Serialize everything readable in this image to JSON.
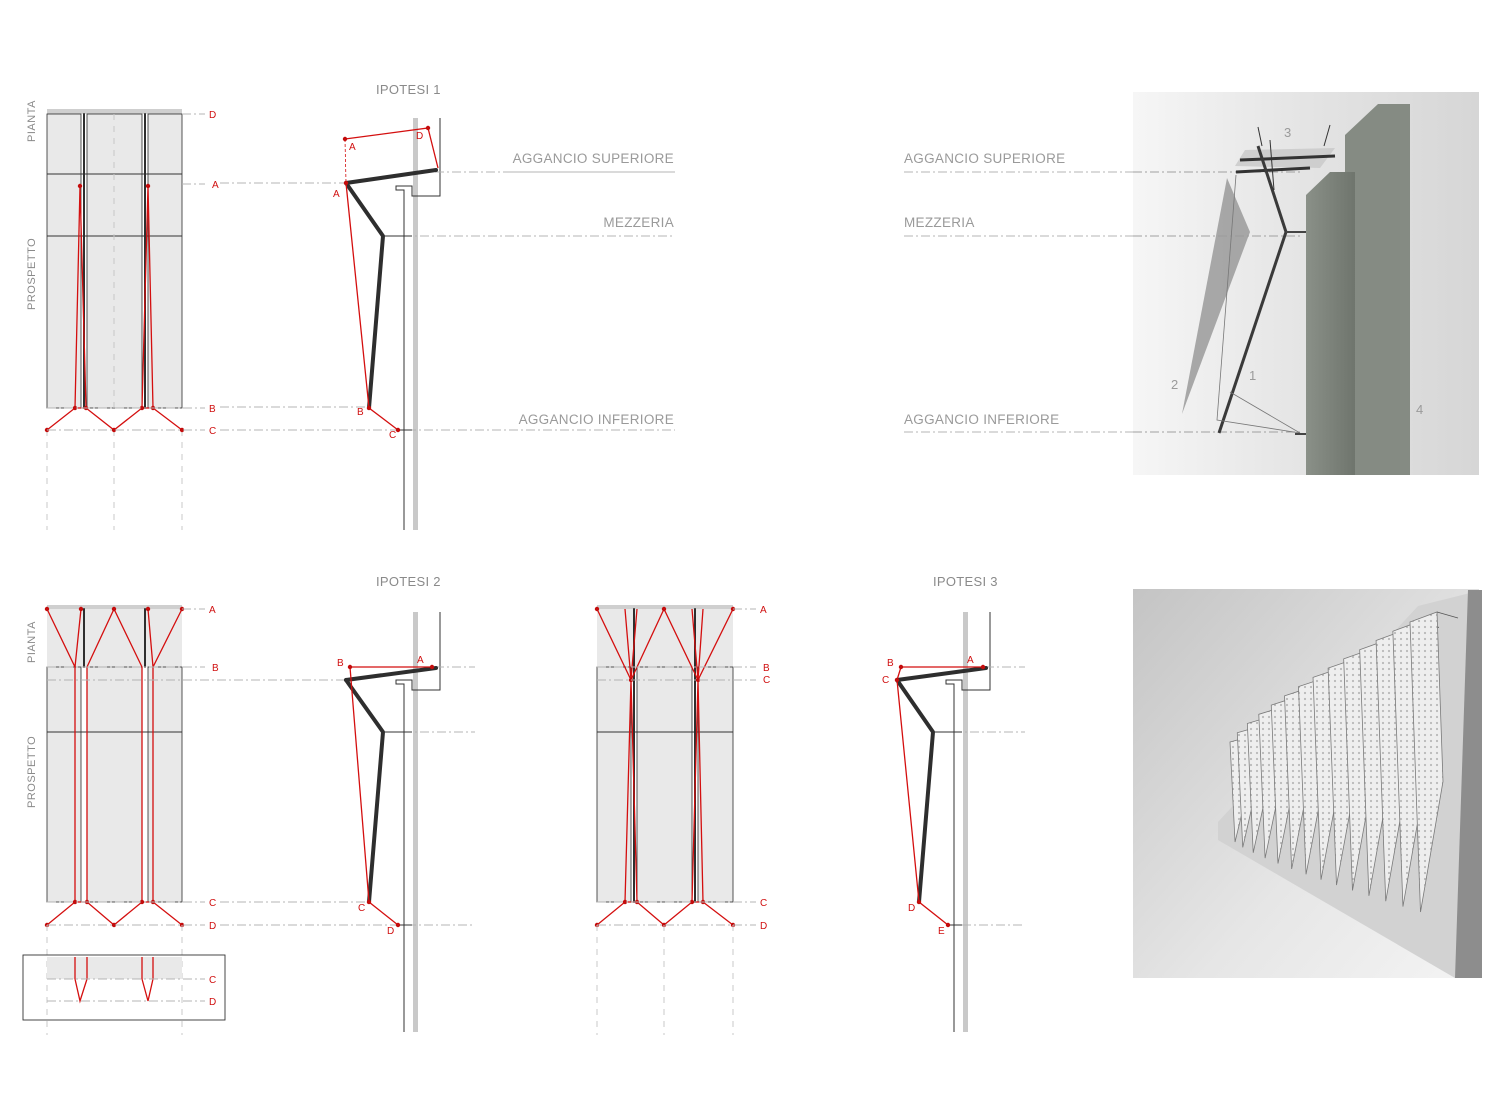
{
  "titles": {
    "ipotesi1": "IPOTESI 1",
    "ipotesi2": "IPOTESI 2",
    "ipotesi3": "IPOTESI 3"
  },
  "side_labels": {
    "pianta": "PIANTA",
    "prospetto": "PROSPETTO"
  },
  "levels": {
    "aggancio_superiore": "AGGANCIO SUPERIORE",
    "mezzeria": "MEZZERIA",
    "aggancio_inferiore": "AGGANCIO INFERIORE"
  },
  "points": {
    "a": "A",
    "b": "B",
    "c": "C",
    "d": "D",
    "e": "E"
  },
  "render_numbers": [
    "1",
    "2",
    "3",
    "4"
  ],
  "colors": {
    "cable_red": "#d40f0f",
    "profile_black": "#2e2e2e",
    "guide_grey": "#b4b4b4",
    "wall_grey": "#7f867e"
  }
}
